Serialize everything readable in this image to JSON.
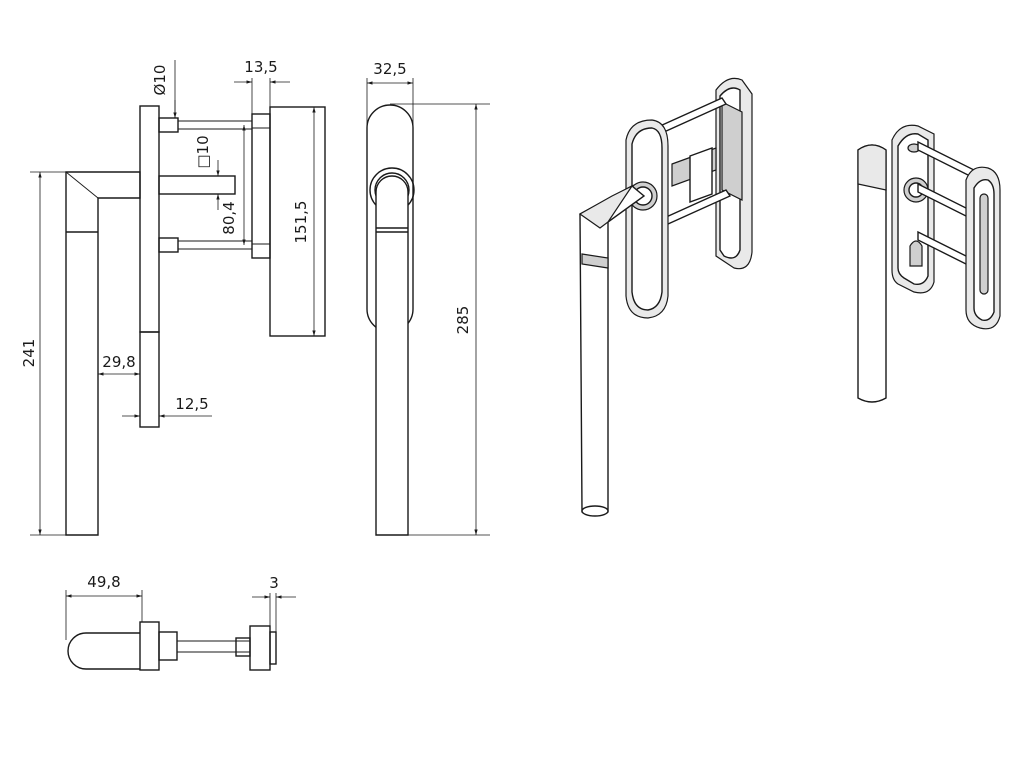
{
  "dimensions": {
    "side_height": "241",
    "handle_offset": "29,8",
    "rose_thickness": "12,5",
    "pin_diameter": "Ø10",
    "square_spindle": "□10",
    "pin_spacing": "80,4",
    "backplate_width": "13,5",
    "backplate_height": "151,5",
    "front_width": "32,5",
    "total_height": "285",
    "top_projection": "49,8",
    "plate_thickness": "3"
  }
}
